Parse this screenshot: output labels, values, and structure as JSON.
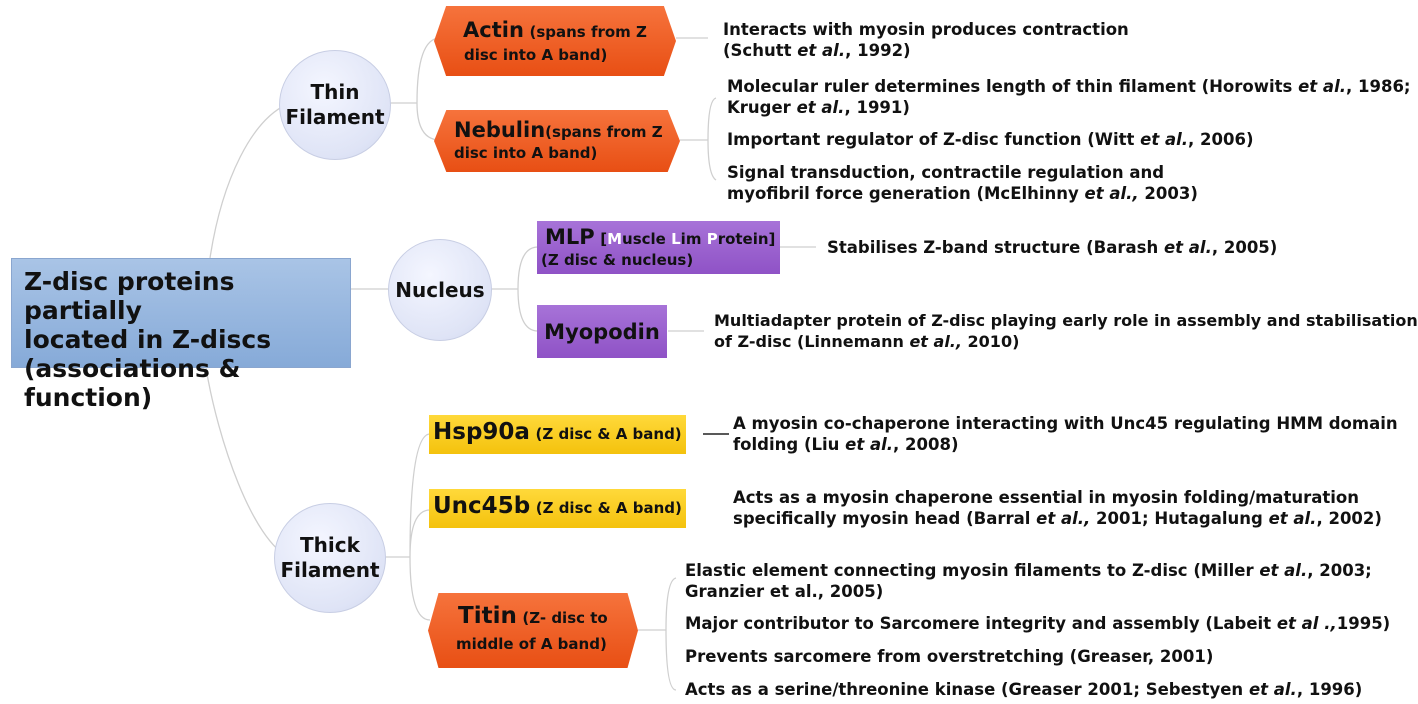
{
  "root": {
    "line1": "Z-disc proteins partially",
    "line2": "located in Z-discs",
    "line3": "(associations &  function)"
  },
  "groups": {
    "thin": {
      "line1": "Thin",
      "line2": "Filament"
    },
    "nucleus": {
      "label": "Nucleus"
    },
    "thick": {
      "line1": "Thick",
      "line2": "Filament"
    }
  },
  "proteins": {
    "actin": {
      "name": "Actin",
      "note1": "(spans from Z",
      "note2": "disc into A band)"
    },
    "nebulin": {
      "name": "Nebulin",
      "note1": "(spans from Z",
      "note2": "disc into A band)"
    },
    "mlp": {
      "name": "MLP",
      "b1": "[",
      "m": "M",
      "uscle": "uscle",
      "l": "L",
      "im": "im",
      "p": "P",
      "rotein": "rotein]",
      "note2": "(Z disc & nucleus)"
    },
    "myopodin": {
      "name": "Myopodin"
    },
    "hsp90a": {
      "name": "Hsp90a",
      "note": "(Z disc & A band)"
    },
    "unc45b": {
      "name": "Unc45b",
      "note": "(Z disc & A band)"
    },
    "titin": {
      "name": "Titin",
      "note1": "(Z- disc to",
      "note2": "middle of A band)"
    }
  },
  "functions": {
    "actin_1": {
      "a": "Interacts with myosin produces contraction",
      "b": "(Schutt ",
      "etal": "et al.",
      "c": ", 1992)"
    },
    "nebulin_1": {
      "a": "Molecular ruler determines length of thin filament (Horowits ",
      "etal": "et al.",
      "b": ", 1986;",
      "c": "Kruger ",
      "etal2": "et al.",
      "d": ", 1991)"
    },
    "nebulin_2": {
      "a": "Important regulator of Z-disc function (Witt ",
      "etal": "et al.",
      "b": ", 2006)"
    },
    "nebulin_3": {
      "a": "Signal transduction, contractile regulation and",
      "b": "myofibril force generation (McElhinny ",
      "etal": "et al.,",
      "c": " 2003)"
    },
    "mlp_1": {
      "a": "Stabilises Z-band structure (Barash ",
      "etal": "et al.",
      "b": ", 2005)"
    },
    "myopodin_1": {
      "a": "Multiadapter protein of Z-disc playing early role in assembly and stabilisation",
      "b": "of Z-disc (Linnemann ",
      "etal": "et al.,",
      "c": " 2010)"
    },
    "hsp90a_1": {
      "a": "A myosin co-chaperone interacting with Unc45 regulating HMM domain",
      "b": "folding (Liu ",
      "etal": "et al.",
      "c": ", 2008)"
    },
    "unc45b_1": {
      "a": "Acts as a myosin chaperone essential in myosin folding/maturation",
      "b": "specifically myosin head (Barral ",
      "etal": "et al.,",
      "c": " 2001; Hutagalung ",
      "etal2": "et al.",
      "d": ", 2002)"
    },
    "titin_1": {
      "a": "Elastic element connecting myosin filaments to Z-disc (Miller ",
      "etal": "et al.",
      "b": ", 2003;",
      "c": "Granzier et al., 2005)"
    },
    "titin_2": {
      "a": "Major contributor to Sarcomere integrity and assembly (Labeit ",
      "etal": "et al .,",
      "b": "1995)"
    },
    "titin_3": {
      "a": "Prevents sarcomere from overstretching (Greaser, 2001)"
    },
    "titin_4": {
      "a": "Acts as a serine/threonine kinase (Greaser 2001; Sebestyen ",
      "etal": "et al.",
      "b": ", 1996)"
    }
  },
  "colors": {
    "orange": "#e8561b",
    "purple": "#9a5fd0",
    "yellow": "#f7c914",
    "blue": "#96b5df",
    "connector": "#cfcfcf"
  }
}
